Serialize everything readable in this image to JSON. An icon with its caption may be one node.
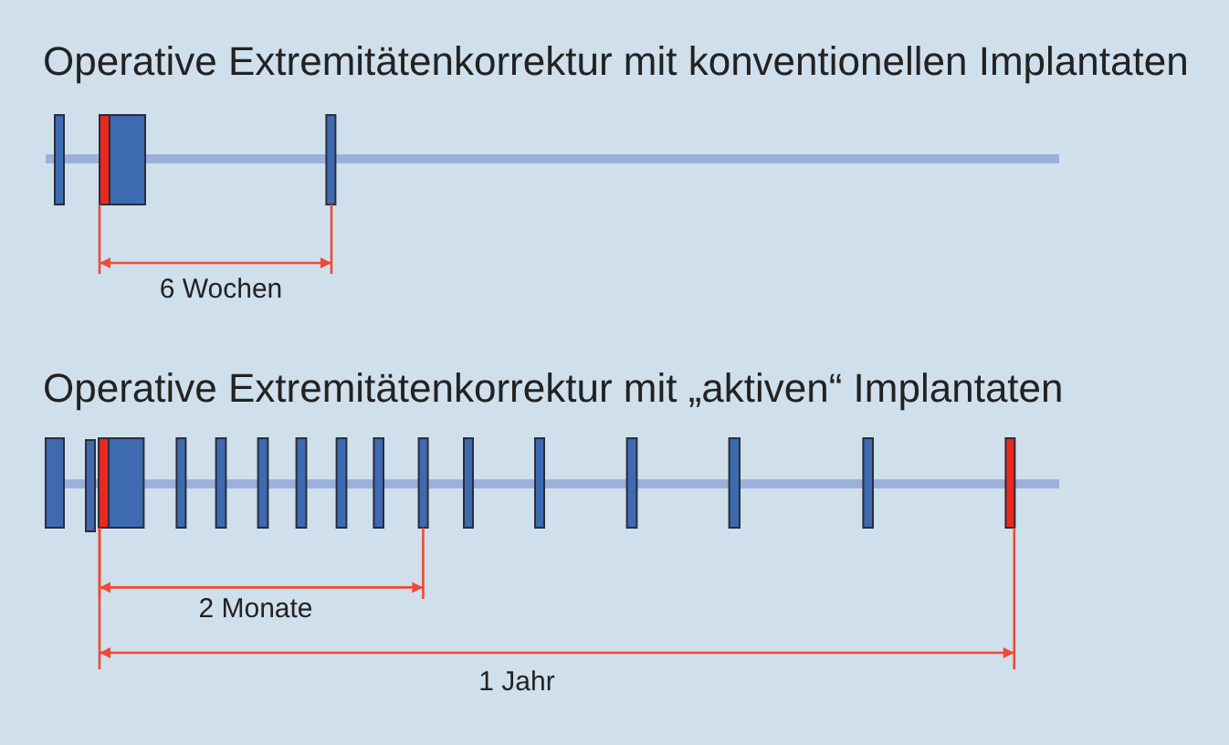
{
  "diagram": {
    "labels": [
      "Operative Extremitätenkorrektur mit konventionellen Implantaten",
      "6 Wochen",
      "Operative Extremitätenkorrektur mit „aktiven“ Implantaten",
      "2 Monate",
      "1 Jahr"
    ]
  }
}
